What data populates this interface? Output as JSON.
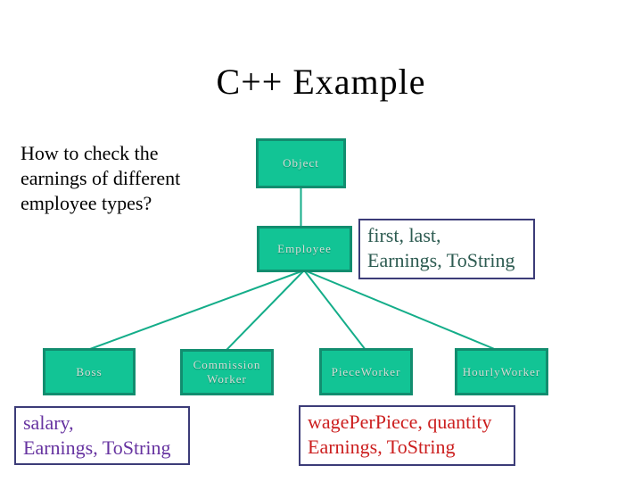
{
  "title": "C++ Example",
  "question": {
    "line1": "How to check the",
    "line2": "earnings of different",
    "line3": "employee types?"
  },
  "diagram": {
    "nodes": {
      "object": {
        "label": "Object"
      },
      "employee": {
        "label": "Employee"
      },
      "boss": {
        "label": "Boss"
      },
      "commission": {
        "label": "Commission Worker"
      },
      "piece": {
        "label": "PieceWorker"
      },
      "hourly": {
        "label": "HourlyWorker"
      }
    },
    "annotations": {
      "employee": {
        "line1": "first, last,",
        "line2": "Earnings, ToString",
        "text_color": "#2D5B51"
      },
      "boss": {
        "line1": "salary,",
        "line2": "Earnings, ToString",
        "text_color": "#6633A0"
      },
      "piece": {
        "line1": "wagePerPiece, quantity",
        "line2": "Earnings, ToString",
        "text_color": "#CC1F1F"
      }
    }
  },
  "colors": {
    "background": "#FFFFFF",
    "title_text": "#000000",
    "node_fill": "#12C495",
    "node_border": "#128D6F",
    "node_text": "#D8DED8",
    "connector": "#14AD89",
    "annotation_border": "#3C3C78"
  }
}
